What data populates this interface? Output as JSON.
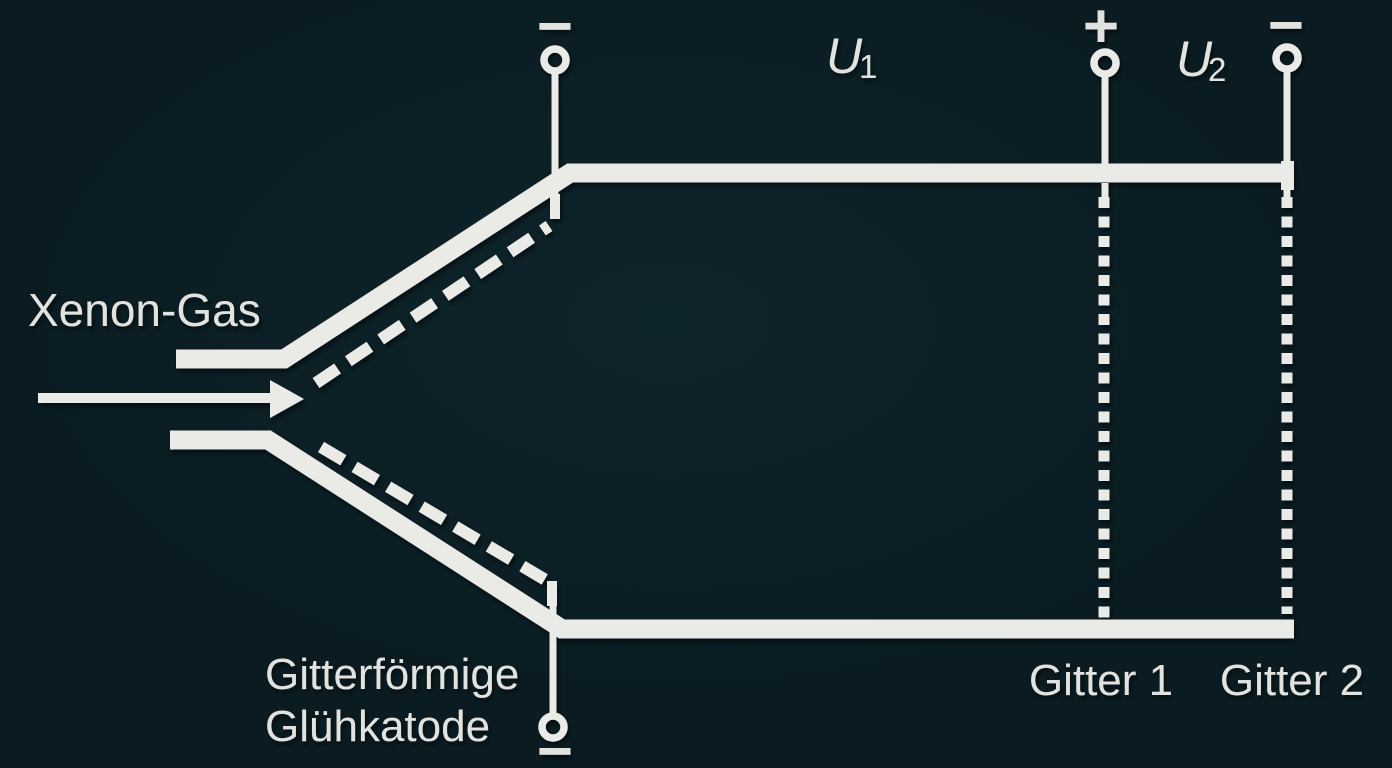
{
  "theme": {
    "background": "#0a1c22",
    "background_highlight": "#0e242b",
    "line_color": "#eaebe7",
    "text_color": "#e2e3df"
  },
  "labels": {
    "xenon_gas": "Xenon-Gas",
    "cathode_line1": "Gitterförmige",
    "cathode_line2": "Glühkatode",
    "gitter1": "Gitter 1",
    "gitter2": "Gitter 2",
    "u1": {
      "base": "U",
      "sub": "1"
    },
    "u2": {
      "base": "U",
      "sub": "2"
    },
    "polarity": {
      "cathode_top": "−",
      "anode": "+",
      "gitter2": "−",
      "cathode_bottom": "−"
    }
  }
}
